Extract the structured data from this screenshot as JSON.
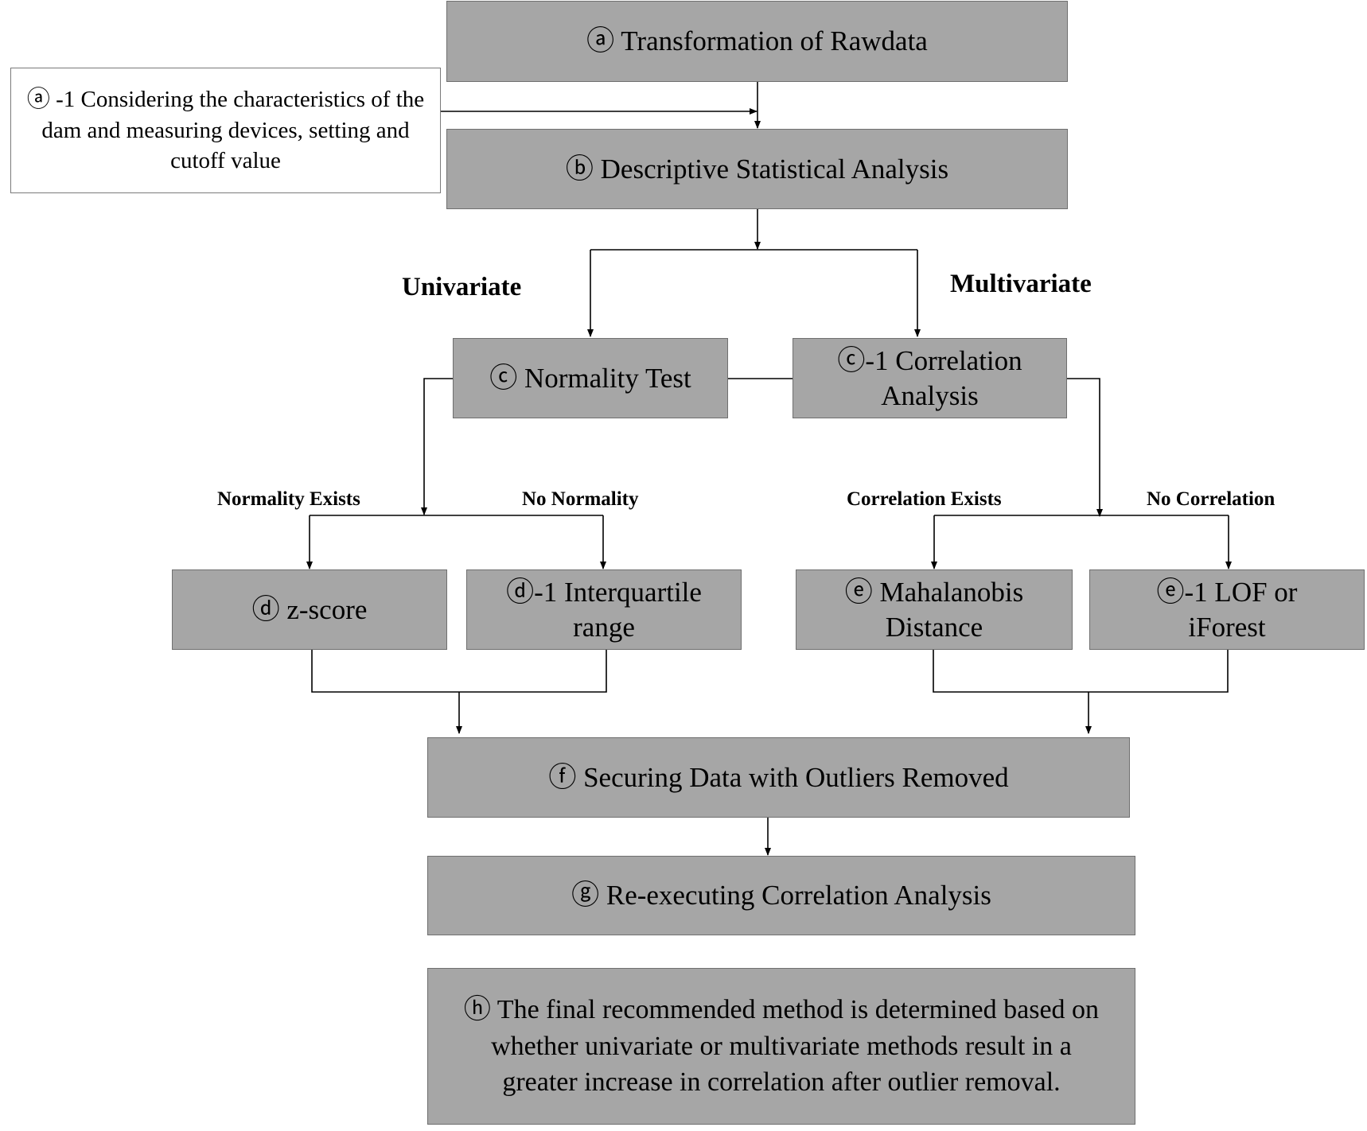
{
  "nodes": {
    "a": "ⓐ Transformation of Rawdata",
    "a1": "ⓐ -1 Considering the characteristics of the dam and measuring devices, setting and cutoff value",
    "b": "ⓑ Descriptive Statistical Analysis",
    "c": "ⓒ Normality Test",
    "c1": "ⓒ-1 Correlation Analysis",
    "d": "ⓓ z-score",
    "d1": "ⓓ-1 Interquartile range",
    "e": "ⓔ Mahalanobis Distance",
    "e1": "ⓔ-1 LOF or iForest",
    "f": "ⓕ Securing Data with Outliers Removed",
    "g": "ⓖ Re-executing Correlation Analysis",
    "h": "ⓗ The final recommended method is determined based on whether univariate or multivariate methods result in a greater increase in correlation after outlier removal."
  },
  "labels": {
    "univariate": "Univariate",
    "multivariate": "Multivariate",
    "normality_exists": "Normality Exists",
    "no_normality": "No Normality",
    "correlation_exists": "Correlation Exists",
    "no_correlation": "No Correlation"
  }
}
